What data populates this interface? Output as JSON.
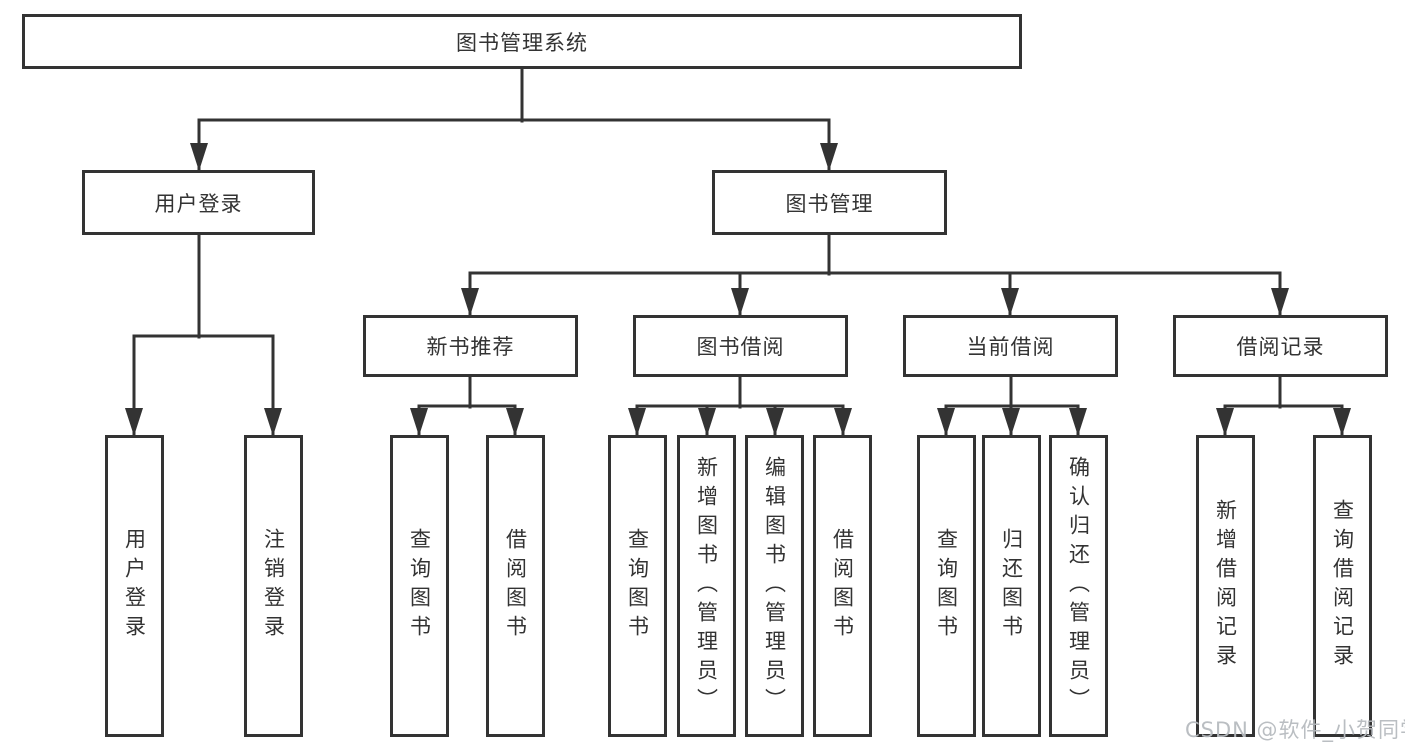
{
  "style": {
    "background": "#ffffff",
    "line_color": "#333333",
    "box_border_color": "#333333",
    "box_fill": "#ffffff",
    "text_color": "#333333",
    "watermark_color": "#b6babf"
  },
  "watermark": {
    "text": "CSDN @软件_小贺同学"
  },
  "nodes": {
    "root": {
      "label": "图书管理系统"
    },
    "user_branch": {
      "label": "用户登录",
      "children": [
        {
          "label": "用户登录"
        },
        {
          "label": "注销登录"
        }
      ]
    },
    "mgmt_branch": {
      "label": "图书管理",
      "children": [
        {
          "label": "新书推荐",
          "children": [
            {
              "label": "查询图书"
            },
            {
              "label": "借阅图书"
            }
          ]
        },
        {
          "label": "图书借阅",
          "children": [
            {
              "label": "查询图书"
            },
            {
              "label": "新增图书（管理员）"
            },
            {
              "label": "编辑图书（管理员）"
            },
            {
              "label": "借阅图书"
            }
          ]
        },
        {
          "label": "当前借阅",
          "children": [
            {
              "label": "查询图书"
            },
            {
              "label": "归还图书"
            },
            {
              "label": "确认归还（管理员）"
            }
          ]
        },
        {
          "label": "借阅记录",
          "children": [
            {
              "label": "新增借阅记录"
            },
            {
              "label": "查询借阅记录"
            }
          ]
        }
      ]
    }
  }
}
